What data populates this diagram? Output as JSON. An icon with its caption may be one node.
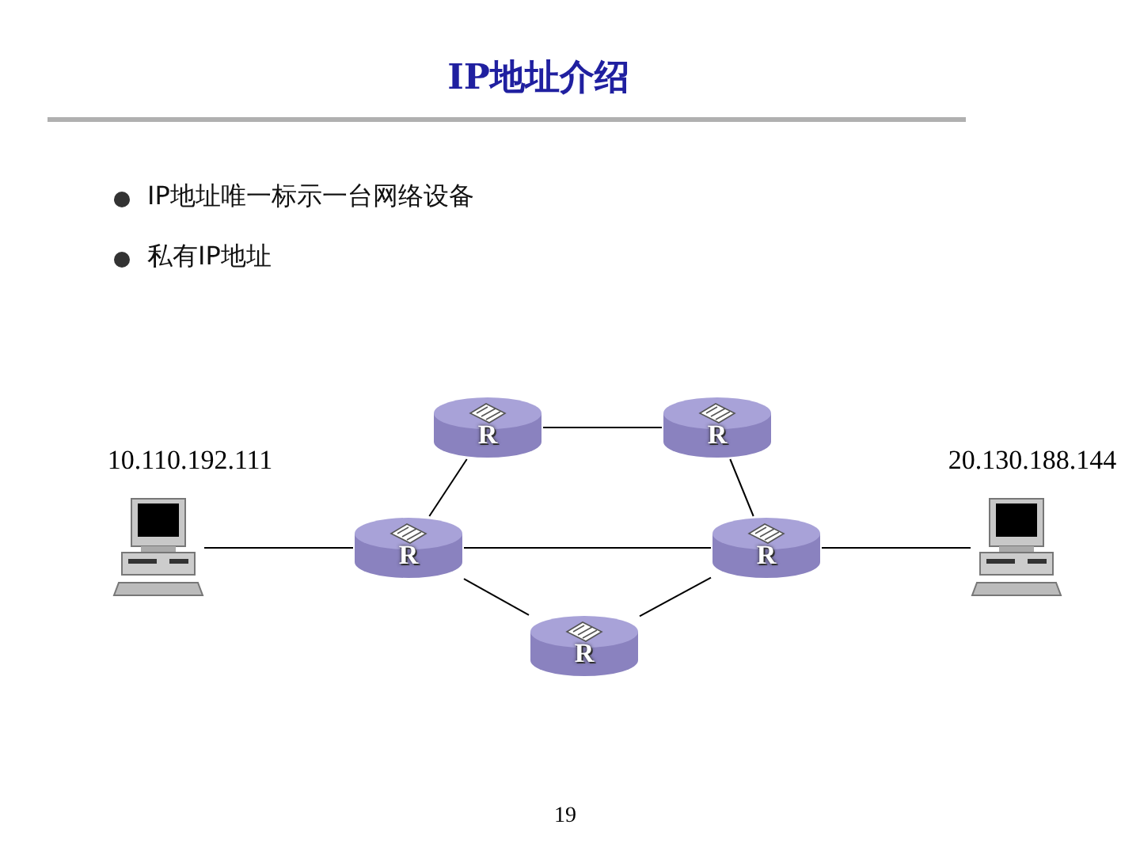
{
  "diagram": {
    "title": "IP地址介绍",
    "nodes": [
      {
        "text": [
          "R"
        ]
      },
      {
        "text": [
          "R"
        ]
      },
      {
        "text": [],
        "shape": "computer",
        "beside": [
          "10.110.192.111"
        ]
      },
      {
        "text": [
          "R"
        ]
      },
      {
        "text": [
          "R"
        ]
      },
      {
        "text": [],
        "shape": "computer",
        "beside": [
          "20.130.188.144"
        ]
      },
      {
        "text": [
          "R"
        ]
      }
    ],
    "edges": [
      {
        "from": 0,
        "to": 1,
        "arrow": "none"
      },
      {
        "from": 0,
        "to": 3,
        "arrow": "none"
      },
      {
        "from": 1,
        "to": 4,
        "arrow": "none"
      },
      {
        "from": 2,
        "to": 3,
        "arrow": "none"
      },
      {
        "from": 3,
        "to": 4,
        "arrow": "none"
      },
      {
        "from": 4,
        "to": 5,
        "arrow": "none"
      },
      {
        "from": 3,
        "to": 6,
        "arrow": "none"
      },
      {
        "from": 4,
        "to": 6,
        "arrow": "none"
      }
    ],
    "labels": [
      "IP地址唯一标示一台网络设备",
      "私有IP地址",
      "19"
    ]
  }
}
